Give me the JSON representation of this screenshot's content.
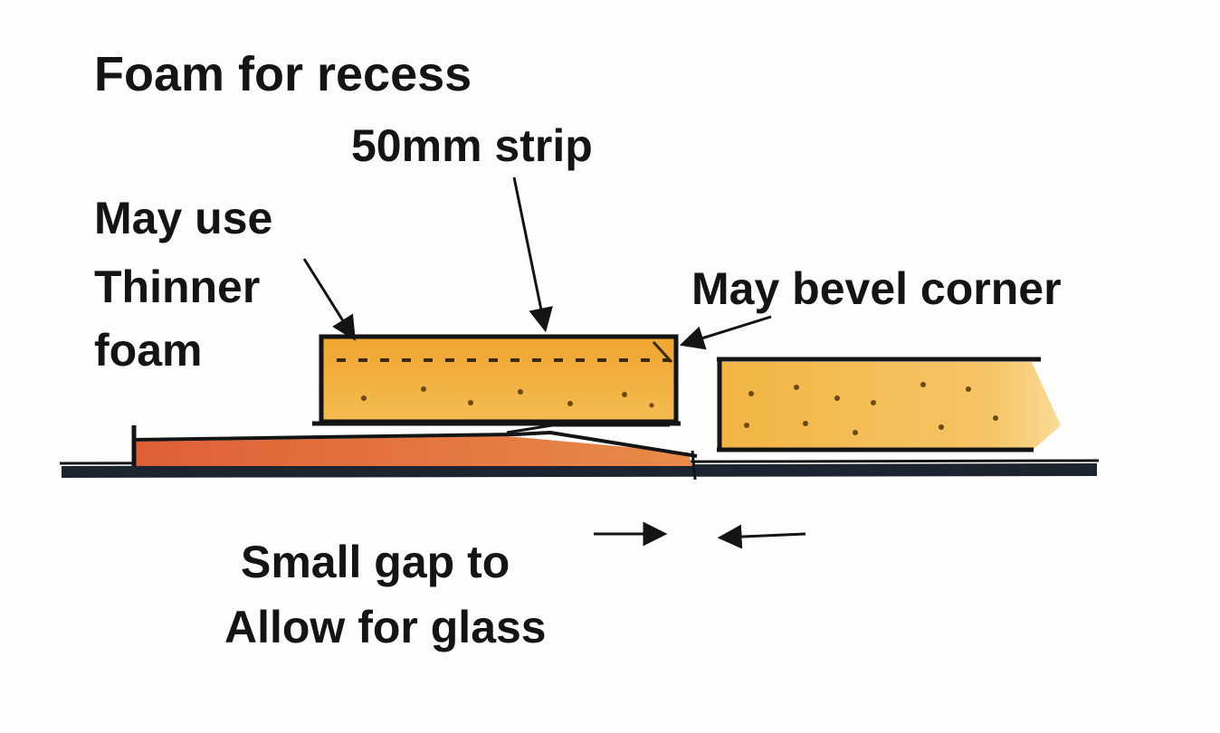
{
  "labels": {
    "title": "Foam for recess",
    "strip": "50mm strip",
    "thinner_line1": "May use",
    "thinner_line2": "Thinner",
    "thinner_line3": "foam",
    "bevel": "May bevel corner",
    "gap_line1": "Small gap to",
    "gap_line2": "Allow for glass"
  },
  "colors": {
    "ink": "#141414",
    "foam_fill": "#f2ad3a",
    "foam_fill_light": "#f6c866",
    "wedge_fill": "#e0683a",
    "base_line": "#1c2430",
    "speckle": "#6b4a10"
  }
}
